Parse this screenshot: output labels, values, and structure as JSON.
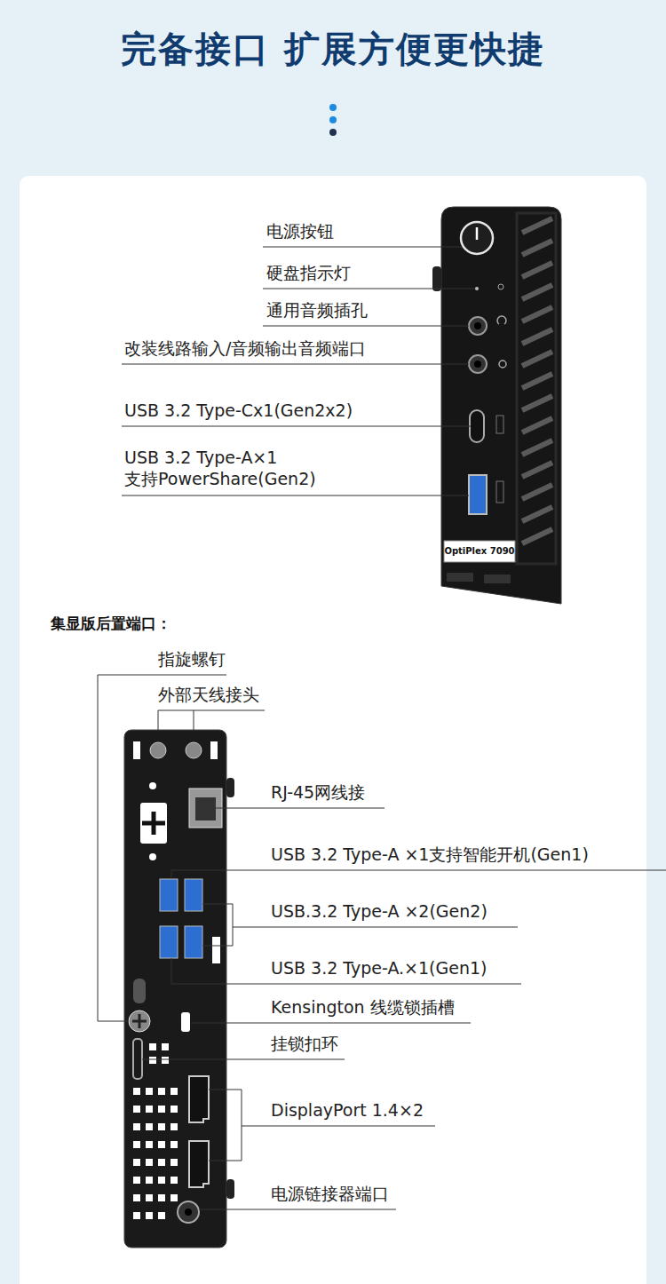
{
  "diagram": {
    "title": "完备接口 扩展方便更快捷",
    "labels": [
      "电源按钮",
      "硬盘指示灯",
      "通用音频插孔",
      "改装线路输入/音频输出音频端口",
      "USB 3.2 Type-Cx1(Gen2x2)",
      "USB 3.2 Type-A×1 支持PowerShare(Gen2)",
      "OptiPlex 7090",
      "集显版后置端口：",
      "指旋螺钉",
      "外部天线接头",
      "RJ-45网线接",
      "USB 3.2 Type-A ×1支持智能开机(Gen1)",
      "USB.3.2 Type-A ×2(Gen2)",
      "USB 3.2 Type-A.×1(Gen1)",
      "Kensington 线缆锁插槽",
      "挂锁扣环",
      "DisplayPort 1.4×2",
      "电源链接器端口"
    ]
  }
}
